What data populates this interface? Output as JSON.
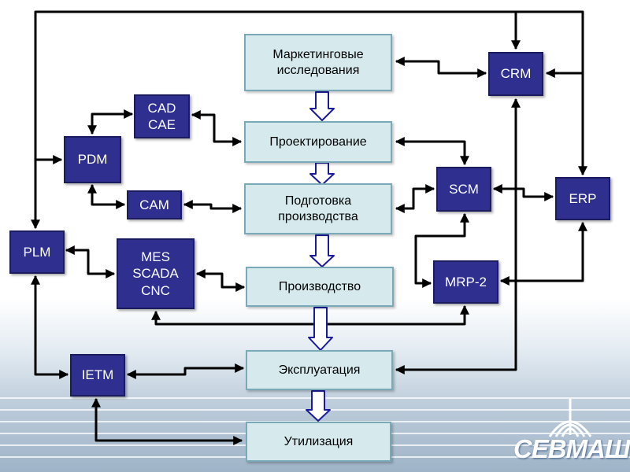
{
  "processes": {
    "marketing": "Маркетинговые исследования",
    "design": "Проектирование",
    "prep": "Подготовка производства",
    "production": "Производство",
    "operation": "Эксплуатация",
    "disposal": "Утилизация"
  },
  "systems": {
    "crm": "CRM",
    "cad_cae": "CAD\nCAE",
    "pdm": "PDM",
    "cam": "CAM",
    "scm": "SCM",
    "erp": "ERP",
    "plm": "PLM",
    "mes": "MES\nSCADA\nCNC",
    "mrp": "MRP-2",
    "ietm": "IETM"
  },
  "logo": {
    "text": "СЕВМАШ"
  },
  "colors": {
    "system_fill": "#2e2f8f",
    "process_fill": "#d6eaee",
    "connector": "#000000",
    "flow_arrow": "#1a1aa0"
  }
}
